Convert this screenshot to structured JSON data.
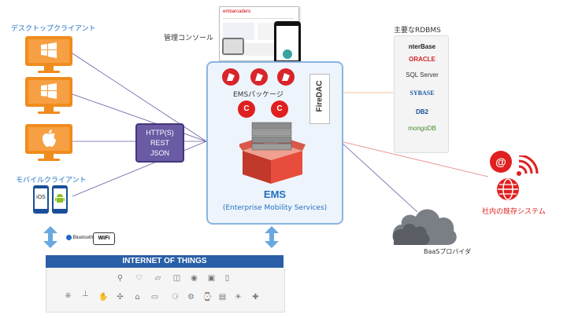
{
  "labels": {
    "desktop_clients": "デスクトップクライアント",
    "mobile_clients": "モバイルクライアント",
    "admin_console": "管理コンソール",
    "rdbms": "主要なRDBMS",
    "ems_package": "EMSパッケージ",
    "ems_title": "EMS",
    "ems_subtitle": "(Enterprise Mobility Services)",
    "existing_systems": "社内の既存システム",
    "baas": "BaaSプロバイダ",
    "firedac": "FireDAC",
    "iot_title": "INTERNET OF THINGS",
    "bluetooth": "Bluetooth",
    "wifi": "WiFi",
    "ios": "iOS",
    "console_brand": "embarcadero"
  },
  "protocols": [
    "HTTP(S)",
    "REST",
    "JSON"
  ],
  "databases": [
    "nterBase",
    "ORACLE",
    "SQL Server",
    "SYBASE",
    "DB2",
    "mongoDB"
  ],
  "colors": {
    "accent_orange": "#f08c1e",
    "ems_blue": "#1f6fc4",
    "protocol_purple": "#6a5ba4",
    "alert_red": "#e02020",
    "iot_blue": "#2a5fa8"
  }
}
